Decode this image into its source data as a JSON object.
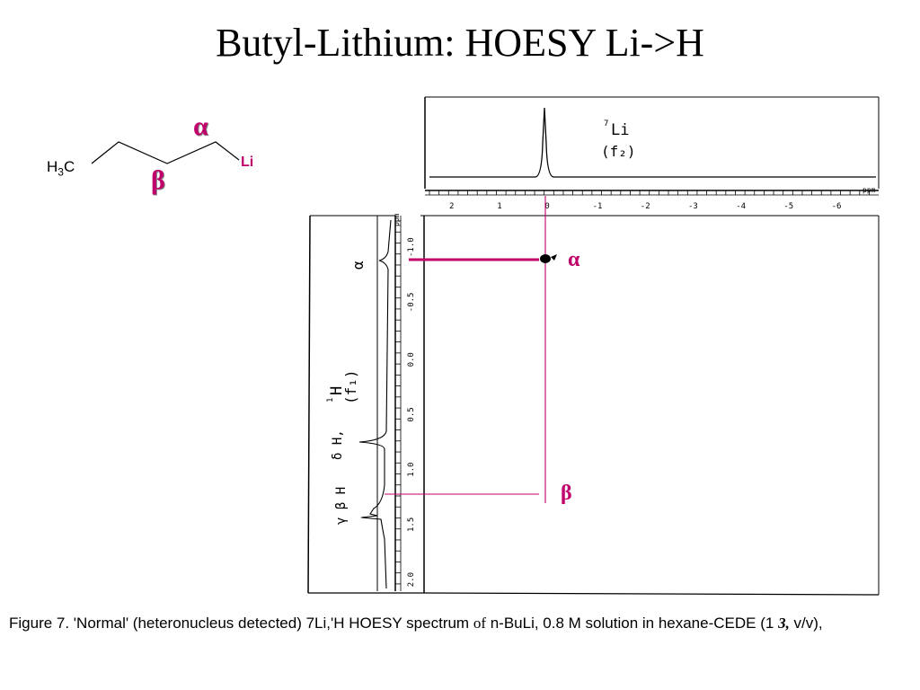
{
  "title": "Butyl-Lithium: HOESY Li->H",
  "molecule": {
    "ch3_label": "H",
    "ch3_subscript": "3",
    "ch3_suffix": "C",
    "li_label": "Li",
    "alpha": "α",
    "beta": "β"
  },
  "spectrum": {
    "f2_nucleus_sup": "7",
    "f2_nucleus": "Li",
    "f2_axis_label": "(f₂)",
    "f2_unit": "ppm",
    "f2_ticks": [
      "2",
      "1",
      "0",
      "-1",
      "-2",
      "-3",
      "-4",
      "-5",
      "-6"
    ],
    "f1_nucleus_sup": "1",
    "f1_nucleus": "H",
    "f1_axis_label": "(f₁)",
    "f1_unit": "ppm",
    "f1_ticks": [
      "-1.0",
      "-0.5",
      "0.0",
      "0.5",
      "1.0",
      "1.5",
      "2.0"
    ],
    "alpha_peak_label": "α",
    "beta_peak_label": "β",
    "proj_alpha": "α",
    "proj_delta_h": "δ H,",
    "proj_beta_gamma": "γ β H"
  },
  "caption": {
    "part1": "Figure 7. 'Normal' (heteronucleus detected) 7Li,'H HOESY spectrum ",
    "of": "of",
    "part2": " n-BuLi, 0.8 M solution in hexane-CEDE (1 ",
    "three": "3,",
    "part3": " v/v),"
  },
  "colors": {
    "accent": "#c0006a",
    "line": "#000000"
  }
}
